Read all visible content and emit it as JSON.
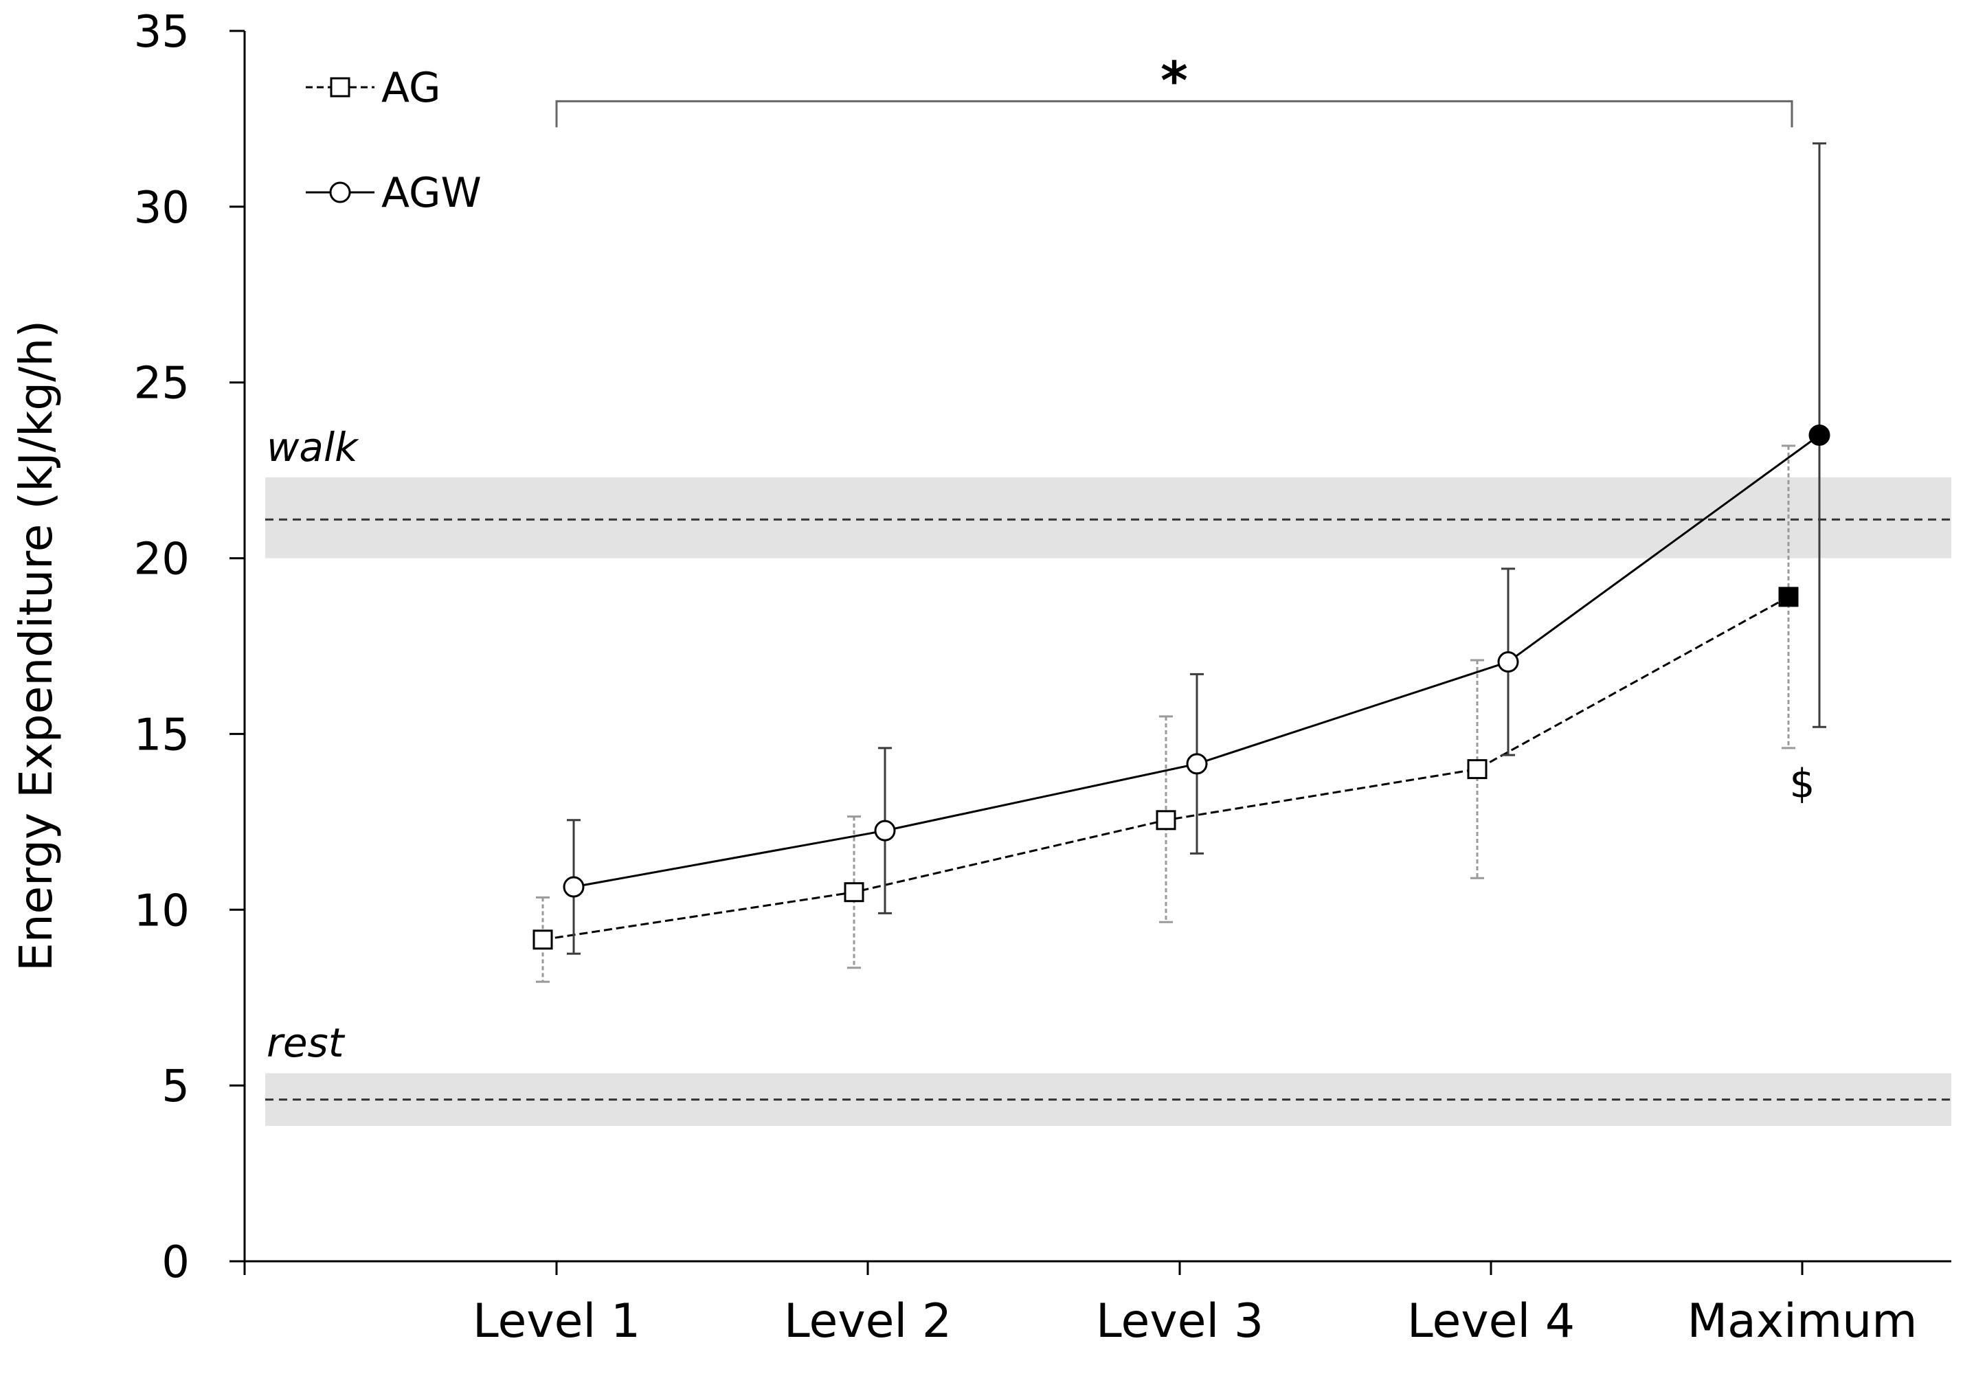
{
  "chart_data": {
    "type": "line",
    "ylabel": "Energy Expenditure (kJ/kg/h)",
    "xlabel": "",
    "ylim": [
      0,
      35
    ],
    "yticks": [
      0,
      5,
      10,
      15,
      20,
      25,
      30,
      35
    ],
    "categories": [
      "Level 1",
      "Level 2",
      "Level 3",
      "Level 4",
      "Maximum"
    ],
    "grid": false,
    "legend_position": "top-left",
    "series": [
      {
        "name": "AG",
        "line_style": "dashed",
        "marker": "square",
        "values": [
          9.15,
          10.5,
          12.55,
          14.0,
          18.9
        ],
        "err_low": [
          7.95,
          8.35,
          9.65,
          10.9,
          14.6
        ],
        "err_high": [
          10.35,
          12.65,
          15.5,
          17.1,
          23.2
        ],
        "filled_last": true
      },
      {
        "name": "AGW",
        "line_style": "solid",
        "marker": "circle",
        "values": [
          10.65,
          12.25,
          14.15,
          17.05,
          23.5
        ],
        "err_low": [
          8.75,
          9.9,
          11.6,
          14.4,
          15.2
        ],
        "err_high": [
          12.55,
          14.6,
          16.7,
          19.7,
          31.8
        ],
        "filled_last": true
      }
    ],
    "reference_bands": [
      {
        "label": "walk",
        "mean": 21.1,
        "low": 20.0,
        "high": 22.3
      },
      {
        "label": "rest",
        "mean": 4.6,
        "low": 3.85,
        "high": 5.35
      }
    ],
    "annotations": {
      "bracket_symbol": "*",
      "bracket_from": "Level 1",
      "bracket_to": "Maximum",
      "bracket_level": 33.0,
      "max_symbol": "$",
      "max_symbol_level": 13.2
    },
    "colors": {
      "band_fill": "#e3e3e3",
      "line": "#000000",
      "ag_error": "#9a9a9a",
      "agw_error": "#3c3c3c"
    }
  }
}
